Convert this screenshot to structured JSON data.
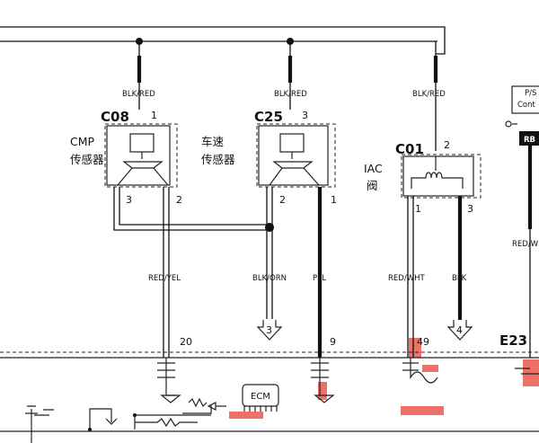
{
  "connectors": {
    "c08": {
      "id": "C08",
      "pin_top": "1",
      "pin_left": "3",
      "pin_right": "2",
      "name_en": "CMP",
      "name_cn": "传感器",
      "wire_top": "BLK/RED",
      "wire_out": "RED/YEL"
    },
    "c25": {
      "id": "C25",
      "pin_top": "3",
      "pin_left": "2",
      "pin_right": "1",
      "name_cn_1": "车速",
      "name_cn_2": "传感器",
      "wire_top": "BLK/RED",
      "wire_left": "BLK/ORN",
      "wire_right": "PPL"
    },
    "c01": {
      "id": "C01",
      "pin_top": "2",
      "pin_left": "1",
      "pin_right": "3",
      "name_en": "IAC",
      "name_cn": "阀",
      "wire_top": "BLK/RED",
      "wire_left": "RED/WHT",
      "wire_right": "BLK"
    }
  },
  "ground_refs": {
    "g3": "3",
    "g4": "4"
  },
  "ecm_pins": {
    "p20": "20",
    "p9": "9",
    "p49": "49"
  },
  "ecm_label": "ECM",
  "right_edge": {
    "box_line1": "P/S",
    "box_line2": "Cont",
    "wire": "RED/WE",
    "connector": "E23",
    "box_stub": "RB"
  }
}
